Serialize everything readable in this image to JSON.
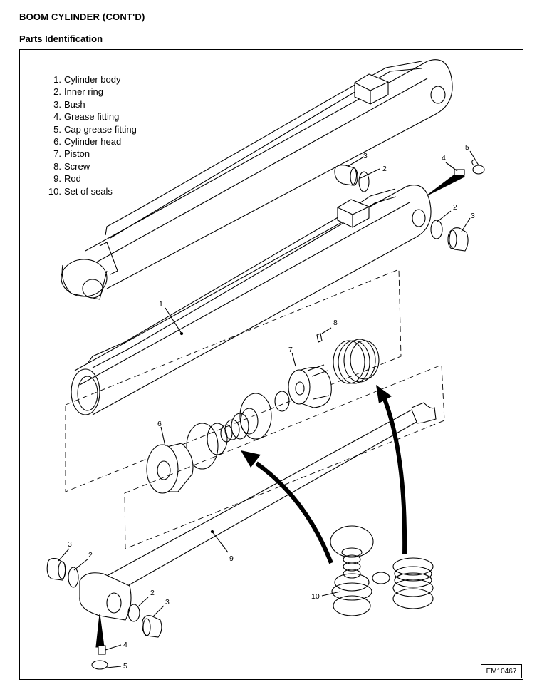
{
  "header": {
    "title": "BOOM CYLINDER (CONT'D)",
    "subtitle": "Parts Identification"
  },
  "parts": [
    {
      "num": "1.",
      "name": "Cylinder body"
    },
    {
      "num": "2.",
      "name": "Inner ring"
    },
    {
      "num": "3.",
      "name": "Bush"
    },
    {
      "num": "4.",
      "name": "Grease fitting"
    },
    {
      "num": "5.",
      "name": "Cap grease fitting"
    },
    {
      "num": "6.",
      "name": "Cylinder head"
    },
    {
      "num": "7.",
      "name": "Piston"
    },
    {
      "num": "8.",
      "name": "Screw"
    },
    {
      "num": "9.",
      "name": "Rod"
    },
    {
      "num": "10.",
      "name": "Set of seals"
    }
  ],
  "callouts": {
    "c1": "1",
    "c2a": "2",
    "c3a": "3",
    "c4a": "4",
    "c5a": "5",
    "c2b": "2",
    "c3b": "3",
    "c6": "6",
    "c7": "7",
    "c8": "8",
    "c9": "9",
    "c10": "10",
    "c3c": "3",
    "c2c": "2",
    "c2d": "2",
    "c3d": "3",
    "c4b": "4",
    "c5b": "5"
  },
  "figure_ref": "EM10467"
}
